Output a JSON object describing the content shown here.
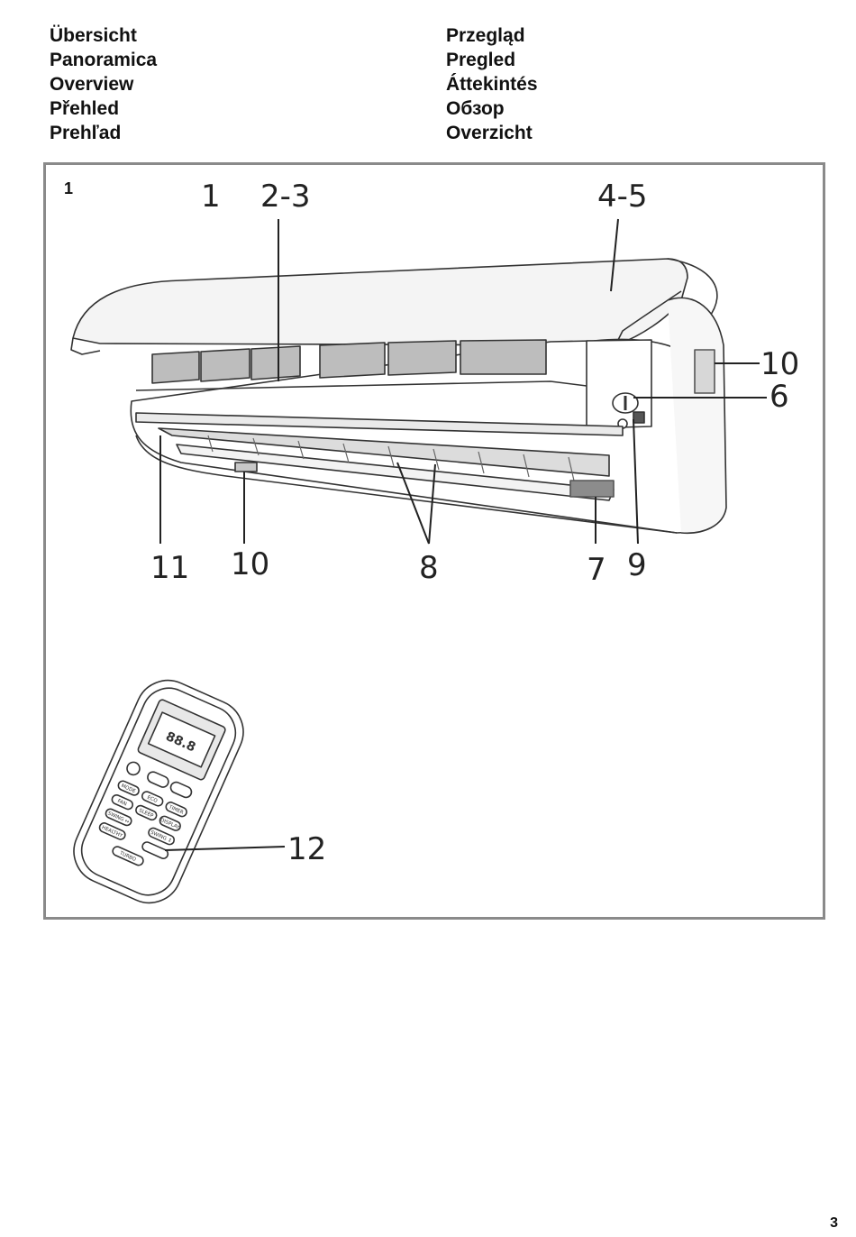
{
  "titles": {
    "left": [
      "Übersicht",
      "Panoramica",
      "Overview",
      "Přehled",
      "Prehľad"
    ],
    "right": [
      "Przegląd",
      "Pregled",
      "Áttekintés",
      "Обзор",
      "Overzicht"
    ]
  },
  "figure": {
    "number": "1",
    "callouts": {
      "c1": "1",
      "c23": "2-3",
      "c45": "4-5",
      "c10a": "10",
      "c6": "6",
      "c11": "11",
      "c10b": "10",
      "c8": "8",
      "c7": "7",
      "c9": "9",
      "c12": "12"
    },
    "remote_labels": {
      "mode": "MODE",
      "eco": "ECO",
      "fan": "FAN",
      "sleep": "SLEEP",
      "timer": "TIMER",
      "swing_lr": "SWING ↔",
      "display": "DISPLAY",
      "healthy": "HEALTHY",
      "swing_ud": "SWING ↕",
      "turbo": "TURBO",
      "lcd": "88.8"
    }
  },
  "page_number": "3"
}
